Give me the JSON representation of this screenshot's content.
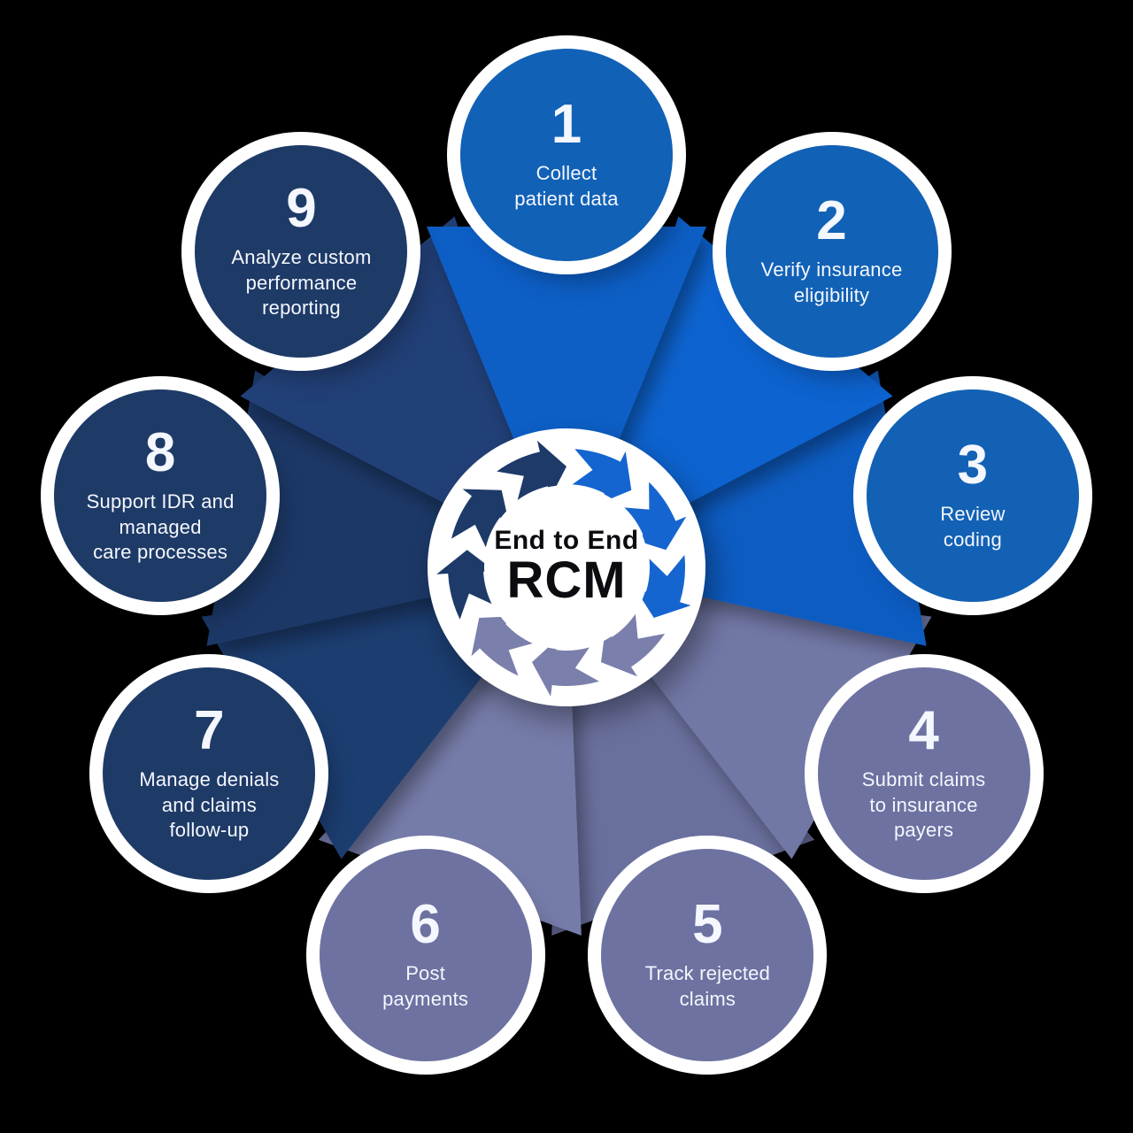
{
  "diagram_title": {
    "line1": "End to End",
    "line2": "RCM"
  },
  "center_icon": "circular-arrows-cycle-icon",
  "colors": {
    "background": "#000000",
    "ring_white": "#ffffff",
    "text_on_circle": "#f4f7fd",
    "center_text": "#0c0c10",
    "arrow_blue": "#1565d0",
    "arrow_slate": "#7a7fab",
    "arrow_navy": "#1d3a69"
  },
  "steps": [
    {
      "number": "1",
      "label": [
        "Collect",
        "patient data"
      ],
      "color_group": "blue",
      "circle_color": "#1161b6",
      "wedge_color": "#0d5fc6"
    },
    {
      "number": "2",
      "label": [
        "Verify insurance",
        "eligibility"
      ],
      "color_group": "blue",
      "circle_color": "#1161b6",
      "wedge_color": "#0f64cf"
    },
    {
      "number": "3",
      "label": [
        "Review",
        "coding"
      ],
      "color_group": "blue",
      "circle_color": "#1261b5",
      "wedge_color": "#0c5cc2"
    },
    {
      "number": "4",
      "label": [
        "Submit claims",
        "to insurance",
        "payers"
      ],
      "color_group": "slate",
      "circle_color": "#6d72a1",
      "wedge_color": "#7278a6"
    },
    {
      "number": "5",
      "label": [
        "Track rejected",
        "claims"
      ],
      "color_group": "slate",
      "circle_color": "#6d72a1",
      "wedge_color": "#6a6f9d"
    },
    {
      "number": "6",
      "label": [
        "Post",
        "payments"
      ],
      "color_group": "slate",
      "circle_color": "#6d72a1",
      "wedge_color": "#767ba9"
    },
    {
      "number": "7",
      "label": [
        "Manage denials",
        "and claims",
        "follow-up"
      ],
      "color_group": "navy",
      "circle_color": "#1e3a67",
      "wedge_color": "#1f3d70"
    },
    {
      "number": "8",
      "label": [
        "Support IDR and",
        "managed",
        "care processes"
      ],
      "color_group": "navy",
      "circle_color": "#1e3a67",
      "wedge_color": "#1c3966"
    },
    {
      "number": "9",
      "label": [
        "Analyze custom",
        "performance",
        "reporting"
      ],
      "color_group": "navy",
      "circle_color": "#1e3a67",
      "wedge_color": "#224178"
    }
  ]
}
